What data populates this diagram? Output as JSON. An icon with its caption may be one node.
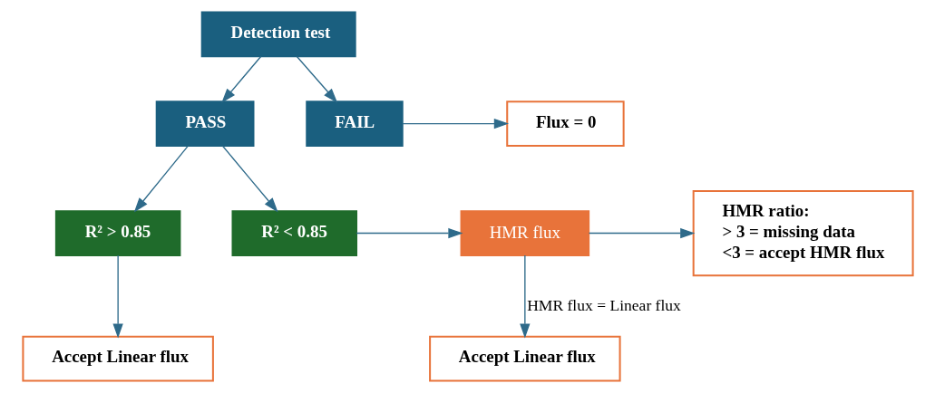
{
  "diagram": {
    "nodes": [
      {
        "text": [
          "Detection test"
        ]
      },
      {
        "text": [
          "PASS"
        ]
      },
      {
        "text": [
          "FAIL"
        ]
      },
      {
        "text": [
          "Flux = 0"
        ]
      },
      {
        "text": [
          "R² > 0.85"
        ]
      },
      {
        "text": [
          "R² < 0.85"
        ]
      },
      {
        "text": [
          "HMR flux"
        ]
      },
      {
        "text": [
          "HMR ratio:",
          "> 3 = missing data",
          "<3 = accept HMR flux"
        ]
      },
      {
        "text": [
          "Accept Linear flux"
        ]
      },
      {
        "text": [
          "Accept Linear flux"
        ]
      }
    ],
    "edges": [
      {
        "from": 0,
        "to": 1,
        "arrow": "to"
      },
      {
        "from": 0,
        "to": 2,
        "arrow": "to"
      },
      {
        "from": 2,
        "to": 3,
        "arrow": "to"
      },
      {
        "from": 1,
        "to": 4,
        "arrow": "to"
      },
      {
        "from": 1,
        "to": 5,
        "arrow": "to"
      },
      {
        "from": 5,
        "to": 6,
        "arrow": "to"
      },
      {
        "from": 6,
        "to": 7,
        "arrow": "to"
      },
      {
        "from": 4,
        "to": 8,
        "arrow": "to"
      },
      {
        "from": 6,
        "to": 9,
        "arrow": "to",
        "label": "HMR flux = Linear flux"
      }
    ]
  }
}
